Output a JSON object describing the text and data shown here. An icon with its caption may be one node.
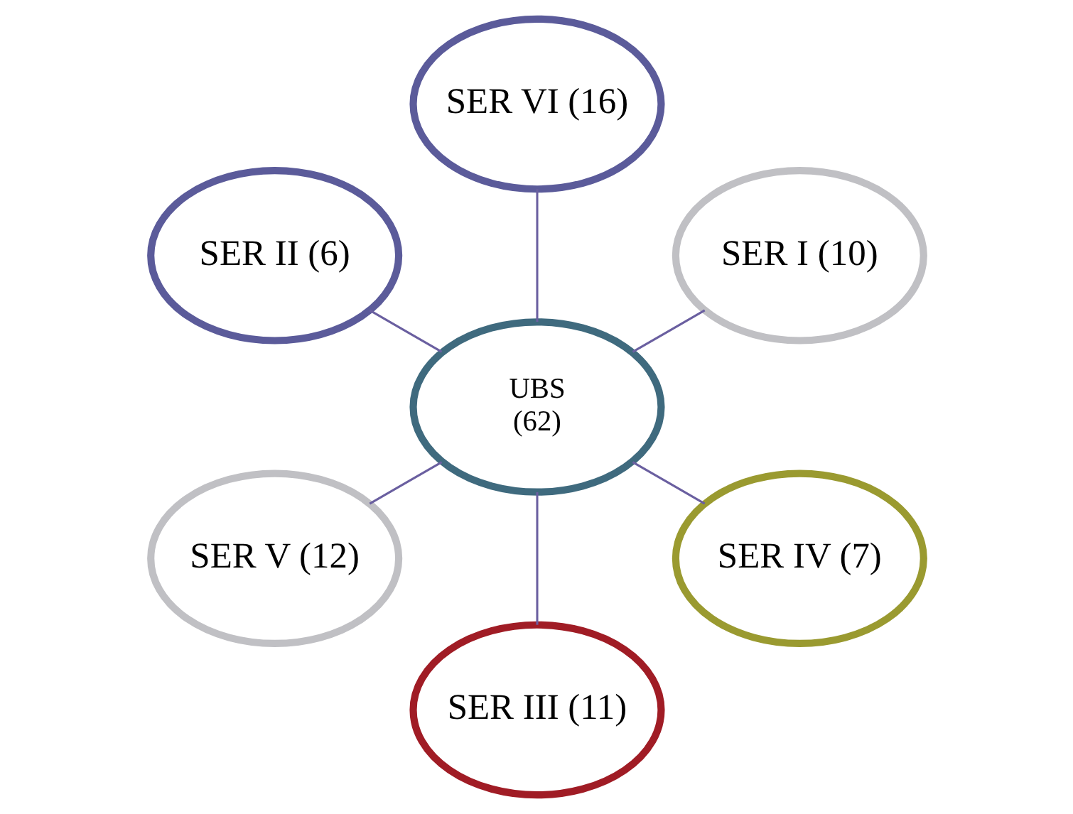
{
  "diagram": {
    "nodes": [
      {
        "text": [
          "SER I (10)"
        ]
      },
      {
        "text": [
          "SER VI (16)"
        ]
      },
      {
        "text": [
          "SER II (6)"
        ]
      },
      {
        "text": [
          "UBS",
          "(62)"
        ]
      },
      {
        "text": [
          "SER V (12)"
        ]
      },
      {
        "text": [
          "SER III (11)"
        ]
      },
      {
        "text": [
          "SER IV (7)"
        ]
      }
    ],
    "edges": [
      {
        "from": 3,
        "to": 0,
        "arrow": "none"
      },
      {
        "from": 3,
        "to": 2,
        "arrow": "none"
      },
      {
        "from": 3,
        "to": 5,
        "arrow": "none"
      },
      {
        "from": 3,
        "to": 6,
        "arrow": "none"
      },
      {
        "from": 3,
        "to": 4,
        "arrow": "none"
      },
      {
        "from": 3,
        "to": 1,
        "arrow": "none"
      }
    ]
  }
}
